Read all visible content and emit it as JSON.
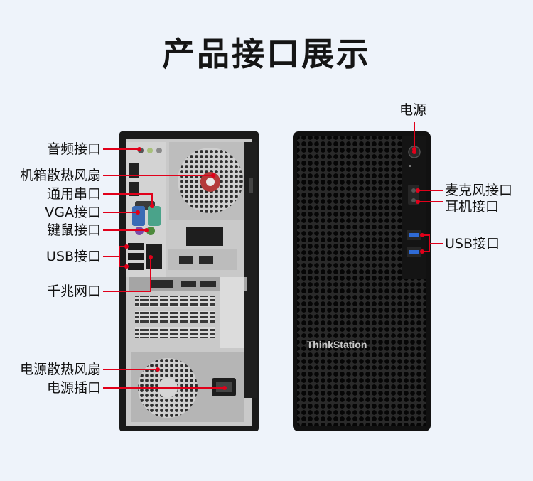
{
  "title": "产品接口展示",
  "back_labels": {
    "audio": "音频接口",
    "chassis_fan": "机箱散热风扇",
    "serial": "通用串口",
    "vga": "VGA接口",
    "ps2": "键鼠接口",
    "usb": "USB接口",
    "lan": "千兆网口",
    "psu_fan": "电源散热风扇",
    "power_socket": "电源插口"
  },
  "front_labels": {
    "power": "电源",
    "mic": "麦克风接口",
    "headphone": "耳机接口",
    "usb": "USB接口"
  },
  "brand": "ThinkStation",
  "colors": {
    "accent": "#e1001a",
    "background": "#eef3fa",
    "chassis": "#1b1b1b"
  }
}
